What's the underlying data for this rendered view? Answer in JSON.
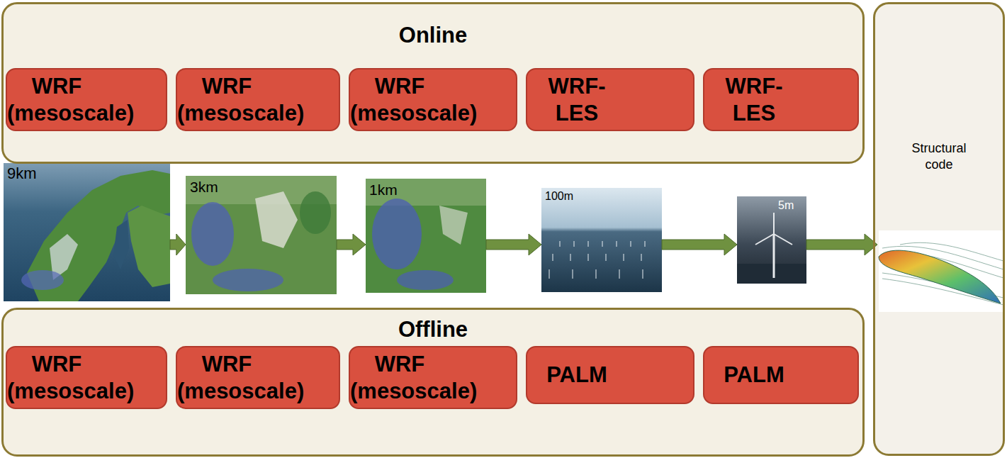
{
  "diagram": {
    "nodes": [
      {
        "text": [
          "Online"
        ]
      },
      {
        "text": [
          "WRF (mesoscale)"
        ],
        "in": 0
      },
      {
        "text": [
          "WRF (mesoscale)"
        ],
        "in": 0
      },
      {
        "text": [
          "WRF (mesoscale)"
        ],
        "in": 0
      },
      {
        "text": [
          "WRF-LES"
        ],
        "in": 0
      },
      {
        "text": [
          "WRF-LES"
        ],
        "in": 0
      },
      {
        "text": [
          "Offline"
        ]
      },
      {
        "text": [
          "WRF (mesoscale)"
        ],
        "in": 6
      },
      {
        "text": [
          "WRF (mesoscale)"
        ],
        "in": 6
      },
      {
        "text": [
          "WRF (mesoscale)"
        ],
        "in": 6
      },
      {
        "text": [
          "PALM"
        ],
        "in": 6
      },
      {
        "text": [
          "PALM"
        ],
        "in": 6
      },
      {
        "text": [
          "Structural code"
        ]
      }
    ],
    "labels": [
      "9km",
      "3km",
      "1km",
      "100m",
      "5m"
    ]
  }
}
